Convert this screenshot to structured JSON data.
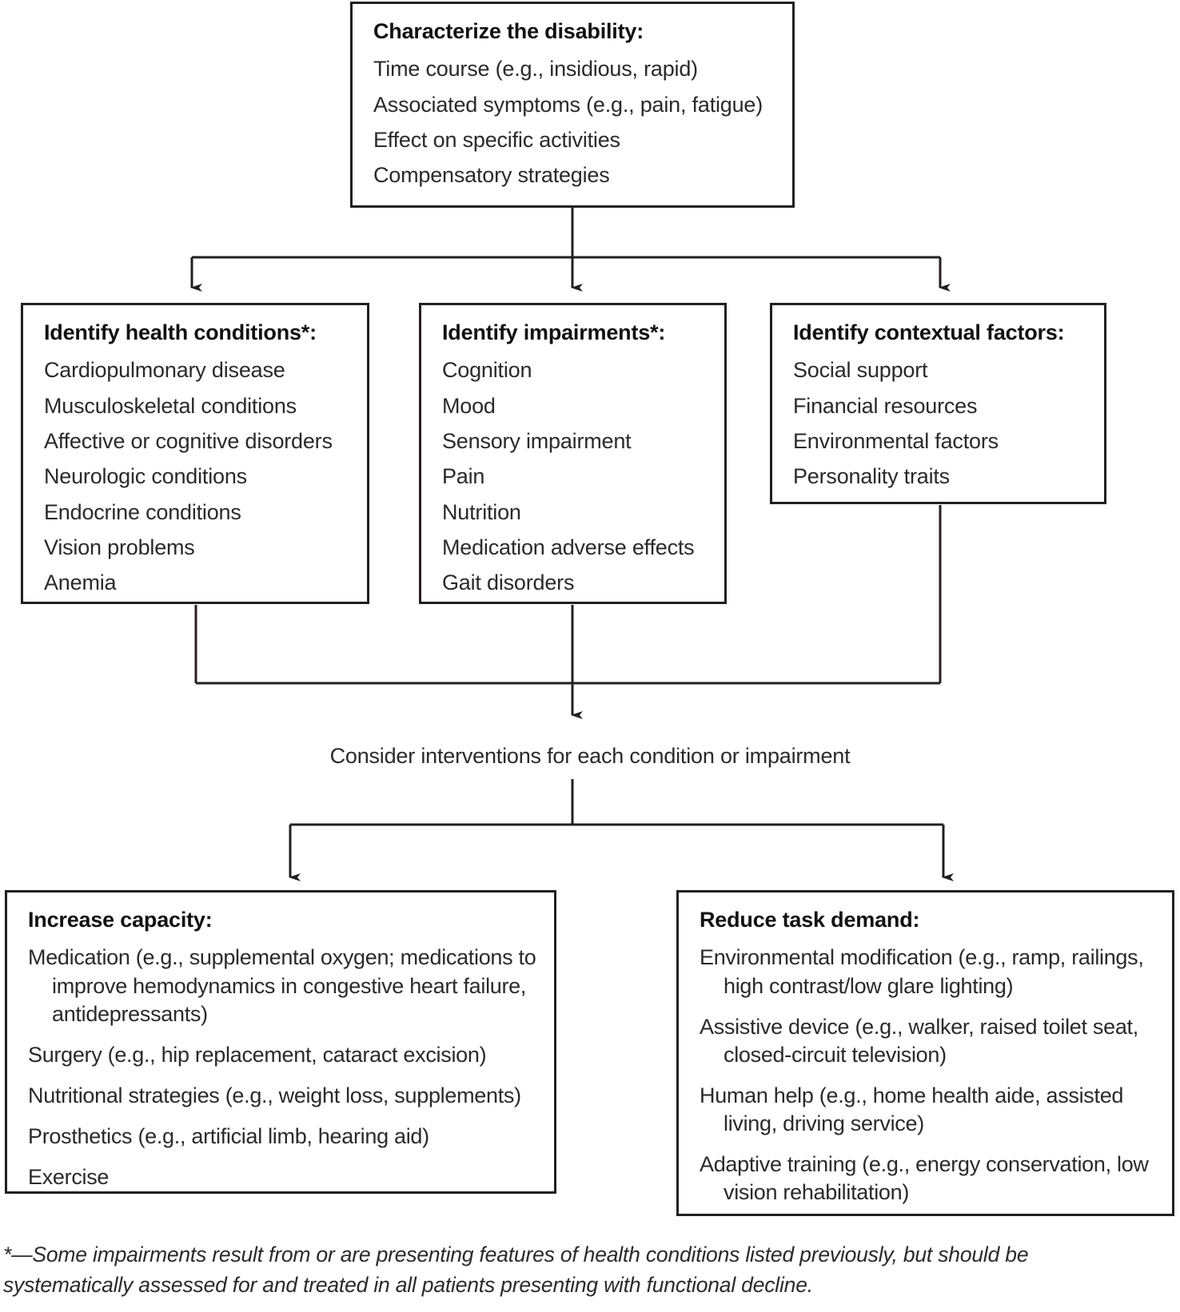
{
  "diagram": {
    "type": "flowchart",
    "title_node": {
      "title": "Characterize the disability:",
      "items": [
        "Time course (e.g., insidious, rapid)",
        "Associated symptoms (e.g., pain, fatigue)",
        "Effect on specific activities",
        "Compensatory strategies"
      ]
    },
    "health_conditions": {
      "title": "Identify health conditions*:",
      "items": [
        "Cardiopulmonary disease",
        "Musculoskeletal conditions",
        "Affective or cognitive disorders",
        "Neurologic conditions",
        "Endocrine conditions",
        "Vision problems",
        "Anemia"
      ]
    },
    "impairments": {
      "title": "Identify impairments*:",
      "items": [
        "Cognition",
        "Mood",
        "Sensory impairment",
        "Pain",
        "Nutrition",
        "Medication adverse effects",
        "Gait disorders"
      ]
    },
    "contextual_factors": {
      "title": "Identify contextual factors:",
      "items": [
        "Social support",
        "Financial resources",
        "Environmental factors",
        "Personality traits"
      ]
    },
    "middle_label": "Consider interventions for each condition or impairment",
    "increase_capacity": {
      "title": "Increase capacity:",
      "items": [
        "Medication (e.g., supplemental oxygen; medications to improve hemodynamics in congestive heart failure, antidepressants)",
        "Surgery (e.g., hip replacement, cataract excision)",
        "Nutritional strategies (e.g., weight loss, supplements)",
        "Prosthetics (e.g., artificial limb, hearing aid)",
        "Exercise"
      ]
    },
    "reduce_task_demand": {
      "title": "Reduce task demand:",
      "items": [
        "Environmental modification (e.g., ramp, railings, high contrast/low glare lighting)",
        "Assistive device (e.g., walker, raised toilet seat, closed-circuit television)",
        "Human help (e.g., home health aide, assisted living, driving service)",
        "Adaptive training (e.g., energy conservation, low vision rehabilitation)"
      ]
    },
    "footnote": {
      "line1": "*—Some impairments result from or are presenting features of health conditions listed previously, but should be",
      "line2": "systematically assessed for and treated in all patients presenting with functional decline."
    },
    "colors": {
      "stroke": "#231f20",
      "text": "#2a2a2a",
      "background": "#ffffff"
    }
  }
}
